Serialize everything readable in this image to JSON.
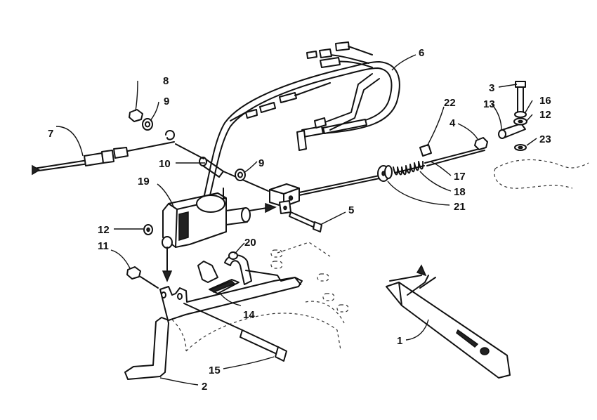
{
  "callouts": {
    "c1": "1",
    "c2": "2",
    "c3": "3",
    "c4": "4",
    "c5": "5",
    "c6": "6",
    "c7": "7",
    "c8": "8",
    "c9a": "9",
    "c9b": "9",
    "c10": "10",
    "c11": "11",
    "c12a": "12",
    "c12b": "12",
    "c13": "13",
    "c14": "14",
    "c15": "15",
    "c16": "16",
    "c17": "17",
    "c18": "18",
    "c19": "19",
    "c20": "20",
    "c21": "21",
    "c22": "22",
    "c23": "23"
  }
}
